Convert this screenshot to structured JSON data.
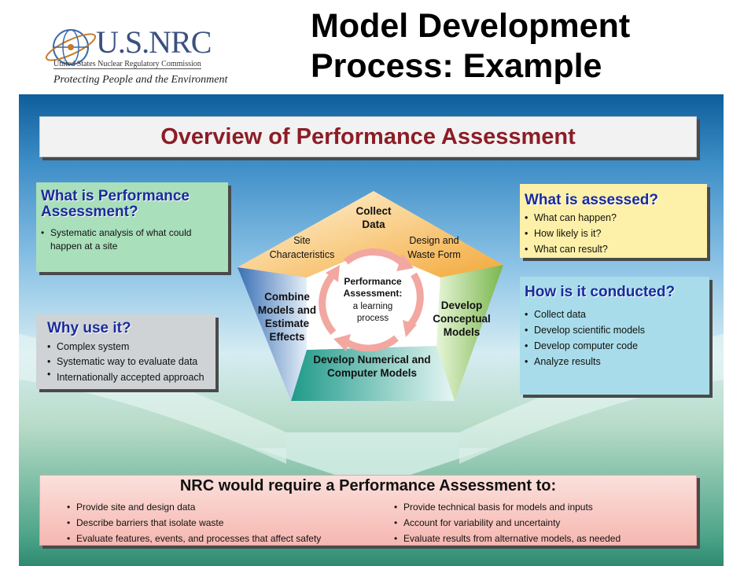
{
  "logo": {
    "agency": "U.S.NRC",
    "full_name": "United States Nuclear Regulatory Commission",
    "tagline": "Protecting People and the Environment"
  },
  "slide_title": [
    "Model Development",
    "Process: Example"
  ],
  "overview_title": "Overview of Performance Assessment",
  "what_is": {
    "title": "What is Performance Assessment?",
    "bullets": [
      "Systematic analysis of what could happen at a site"
    ]
  },
  "why_use": {
    "title": "Why use it?",
    "bullets": [
      "Complex system",
      "Systematic way to evaluate data",
      "Internationally accepted approach"
    ]
  },
  "assessed": {
    "title": "What is assessed?",
    "bullets": [
      "What can happen?",
      "How likely is it?",
      "What can result?"
    ]
  },
  "conducted": {
    "title": "How is it conducted?",
    "bullets": [
      "Collect data",
      "Develop scientific models",
      "Develop computer code",
      "Analyze results"
    ]
  },
  "pentagon": {
    "top": "Collect Data",
    "top_left": "Site Characteristics",
    "top_right": "Design and Waste Form",
    "right": "Develop Conceptual Models",
    "bottom": "Develop Numerical and Computer Models",
    "left": "Combine Models and Estimate Effects",
    "center_title": "Performance Assessment:",
    "center_sub": "a learning process",
    "colors": {
      "top": "#f3a93b",
      "right": "#79b64c",
      "bottom": "#1f9a8a",
      "left": "#3a6fb5"
    }
  },
  "requirements": {
    "title": "NRC would require a Performance Assessment to:",
    "left": [
      "Provide site and design data",
      "Describe barriers that isolate waste",
      "Evaluate features, events, and processes that affect safety"
    ],
    "right": [
      "Provide technical basis for models and inputs",
      "Account for variability and uncertainty",
      "Evaluate results from alternative models, as needed"
    ]
  }
}
